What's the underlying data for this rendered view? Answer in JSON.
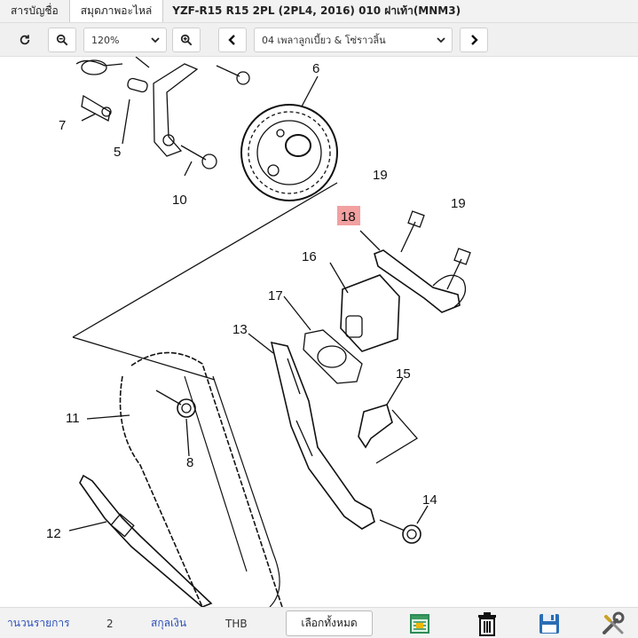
{
  "tabs": [
    {
      "label": "สารบัญชื่อ",
      "active": false
    },
    {
      "label": "สมุดภาพอะไหล่",
      "active": true
    }
  ],
  "window_title": "YZF-R15 R15 2PL (2PL4, 2016) 010 ฝาเท้า(MNM3)",
  "toolbar": {
    "refresh_icon": "refresh-icon",
    "zoom_out_icon": "zoom-out-icon",
    "zoom_value": "120%",
    "zoom_in_icon": "zoom-in-icon",
    "prev_icon": "chevron-left-icon",
    "section_value": "04 เพลาลูกเบี้ยว & โซ่ราวลิ้น",
    "next_icon": "chevron-right-icon"
  },
  "diagram": {
    "highlight_color": "#f2a0a0",
    "callouts": {
      "c5": "5",
      "c6": "6",
      "c7": "7",
      "c8": "8",
      "c10": "10",
      "c11": "11",
      "c12": "12",
      "c13": "13",
      "c14": "14",
      "c15": "15",
      "c16": "16",
      "c17": "17",
      "c18": "18",
      "c19a": "19",
      "c19b": "19"
    }
  },
  "statusbar": {
    "count_label": "านวนรายการ",
    "count_value": "2",
    "currency_label": "สกุลเงิน",
    "currency_value": "THB",
    "select_all_label": "เลือกทั้งหมด",
    "label_color": "#2c4fb8"
  }
}
